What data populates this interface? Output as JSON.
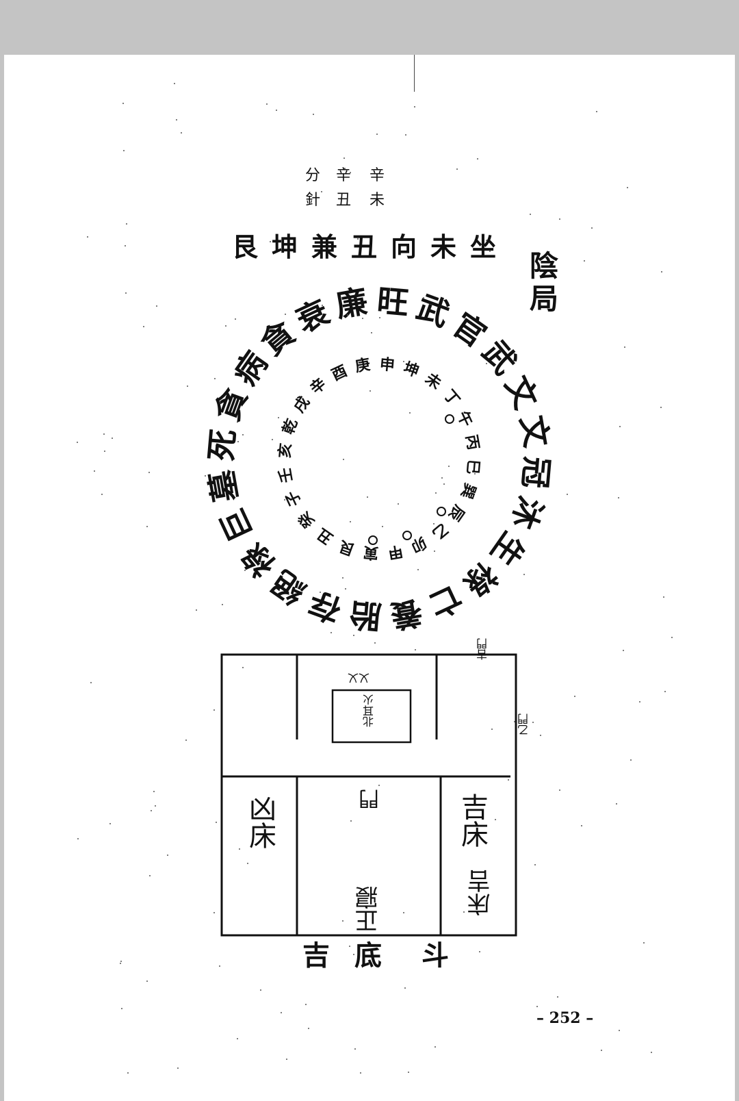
{
  "header": {
    "row1": [
      "分",
      "辛",
      "辛"
    ],
    "row2": [
      "針",
      "丑",
      "未"
    ]
  },
  "title_line": [
    "艮",
    "坤",
    "兼",
    "丑",
    "向",
    "未",
    "坐"
  ],
  "side_label": [
    "陰",
    "局"
  ],
  "outer_ring": [
    "文",
    "冠",
    "沐",
    "生",
    "祿",
    "亡",
    "養",
    "胎",
    "存",
    "絕",
    "祿",
    "巨",
    "墓",
    "死",
    "貪",
    "病",
    "貪",
    "衰",
    "廉",
    "旺",
    "武",
    "官",
    "武",
    "文"
  ],
  "inner_ring": "乾戌辛酉庚申坤未丁午丙巳巽辰乙卯甲寅艮丑癸子壬亥",
  "building": {
    "top_right_note": "吉門",
    "right_note": "乙門",
    "center_box_label": "北耳火",
    "center_box_note": "乂乂",
    "left_room": "凶床",
    "center_door": "門",
    "right_room": "吉床",
    "right_room_note": "床吉",
    "center_bottom": "正寢"
  },
  "bottom_caption": [
    "斗",
    "底",
    "吉"
  ],
  "page_number": "– 252 –"
}
